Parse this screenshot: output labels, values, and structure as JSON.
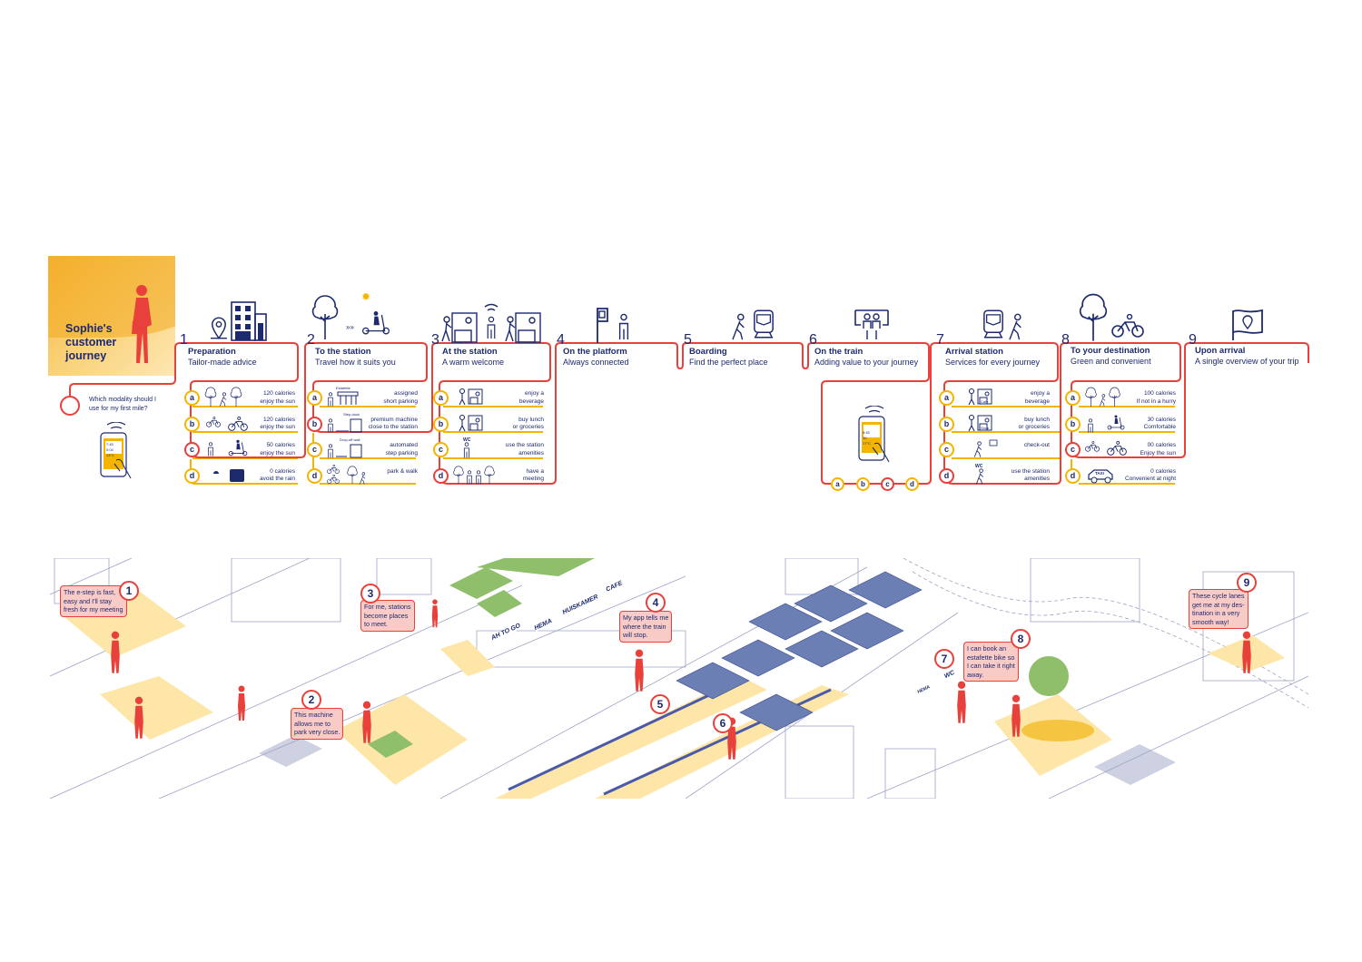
{
  "colors": {
    "journey_line": "#e8403a",
    "option_line": "#f5b400",
    "ink": "#1d2a6e",
    "bubble": "#f9cbc7"
  },
  "hero": {
    "title": "Sophie's\ncustomer\njourney",
    "icon": "woman-silhouette-icon"
  },
  "start": {
    "question": "Which modality should I\nuse for my first mile?",
    "phone": {
      "time": "7:45",
      "duration": "0:04",
      "temp": "13°C"
    }
  },
  "stages": [
    {
      "num": "1",
      "title": "Preparation",
      "subtitle": "Tailor-made advice",
      "icons": [
        "pin-icon",
        "building-icon"
      ],
      "options": [
        {
          "letter": "a",
          "text": "120 calories\nenjoy the sun",
          "highlight": false
        },
        {
          "letter": "b",
          "text": "120 calories\nenjoy the sun",
          "highlight": false
        },
        {
          "letter": "c",
          "text": "50 calories\nenjoy the sun",
          "highlight": true
        },
        {
          "letter": "d",
          "text": "0 calories\navoid the rain",
          "highlight": false
        }
      ]
    },
    {
      "num": "2",
      "title": "To the station",
      "subtitle": "Travel how it suits you",
      "icons": [
        "tree-icon",
        "sun-icon",
        "e-step-icon"
      ],
      "options": [
        {
          "letter": "a",
          "text": "assigned\nshort parking",
          "highlight": false,
          "label": "Estafette"
        },
        {
          "letter": "b",
          "text": "premium machine\nclose to the station",
          "highlight": true,
          "label": "Step-dock"
        },
        {
          "letter": "c",
          "text": "automated\nstep parking",
          "highlight": false,
          "label": "Drop-off wall"
        },
        {
          "letter": "d",
          "text": "park & walk",
          "highlight": false
        }
      ]
    },
    {
      "num": "3",
      "title": "At the station",
      "subtitle": "A warm welcome",
      "icons": [
        "counter-icon",
        "wifi-icon",
        "counter-icon"
      ],
      "options": [
        {
          "letter": "a",
          "text": "enjoy a\nbeverage",
          "highlight": false
        },
        {
          "letter": "b",
          "text": "buy lunch\nor groceries",
          "highlight": false
        },
        {
          "letter": "c",
          "text": "use the station\namenities",
          "highlight": false,
          "label": "WC"
        },
        {
          "letter": "d",
          "text": "have a\nmeeting",
          "highlight": true
        }
      ]
    },
    {
      "num": "4",
      "title": "On the platform",
      "subtitle": "Always connected",
      "icons": [
        "platform-sign-icon",
        "person-icon"
      ]
    },
    {
      "num": "5",
      "title": "Boarding",
      "subtitle": "Find the perfect place",
      "icons": [
        "walking-person-icon",
        "train-icon"
      ]
    },
    {
      "num": "6",
      "title": "On the train",
      "subtitle": "Adding value to your journey",
      "icons": [
        "seated-passengers-icon"
      ],
      "phone": {
        "time": "8:45",
        "duration": "30",
        "temp": "17°C"
      },
      "options": [
        {
          "letter": "a",
          "highlight": false
        },
        {
          "letter": "b",
          "highlight": false
        },
        {
          "letter": "c",
          "highlight": true
        },
        {
          "letter": "d",
          "highlight": false
        }
      ]
    },
    {
      "num": "7",
      "title": "Arrival station",
      "subtitle": "Services for every journey",
      "icons": [
        "train-icon",
        "walking-person-icon"
      ],
      "options": [
        {
          "letter": "a",
          "text": "enjoy a\nbeverage",
          "highlight": false,
          "label": "Cafe"
        },
        {
          "letter": "b",
          "text": "buy lunch\nor groceries",
          "highlight": false,
          "label": "Shop"
        },
        {
          "letter": "c",
          "text": "check-out",
          "highlight": false
        },
        {
          "letter": "d",
          "text": "use the station\namenities",
          "highlight": true,
          "label": "WC"
        }
      ]
    },
    {
      "num": "8",
      "title": "To your destination",
      "subtitle": "Green and convenient",
      "icons": [
        "tree-icon",
        "bike-icon"
      ],
      "options": [
        {
          "letter": "a",
          "text": "100 calories\nIf not in a hurry",
          "highlight": false
        },
        {
          "letter": "b",
          "text": "30 calories\nComfortable",
          "highlight": false
        },
        {
          "letter": "c",
          "text": "00 calories\nEnjoy the sun",
          "highlight": true
        },
        {
          "letter": "d",
          "text": "0 calories\nConvenient at night",
          "highlight": false,
          "label": "TAXI"
        }
      ]
    },
    {
      "num": "9",
      "title": "Upon arrival",
      "subtitle": "A single overview of your trip",
      "icons": [
        "map-flag-icon"
      ]
    }
  ],
  "scene": {
    "signs": [
      "AH TO GO",
      "HEMA",
      "HUISKAMER",
      "CAFE",
      "HEMA",
      "WC"
    ],
    "bubbles": [
      {
        "num": "1",
        "text": "The e-step is fast,\neasy and I'll stay\nfresh for my meeting"
      },
      {
        "num": "2",
        "text": "This machine\nallows me to\npark very close."
      },
      {
        "num": "3",
        "text": "For me, stations\nbecome places\nto meet."
      },
      {
        "num": "4",
        "text": "My app tells me\nwhere the train\nwill stop."
      },
      {
        "num": "5"
      },
      {
        "num": "6"
      },
      {
        "num": "7"
      },
      {
        "num": "8",
        "text": "I can book an\nestafette bike so\nI can take it right\naway."
      },
      {
        "num": "9",
        "text": "These cycle lanes\nget me at my des-\ntination in a very\nsmooth way!"
      }
    ]
  }
}
